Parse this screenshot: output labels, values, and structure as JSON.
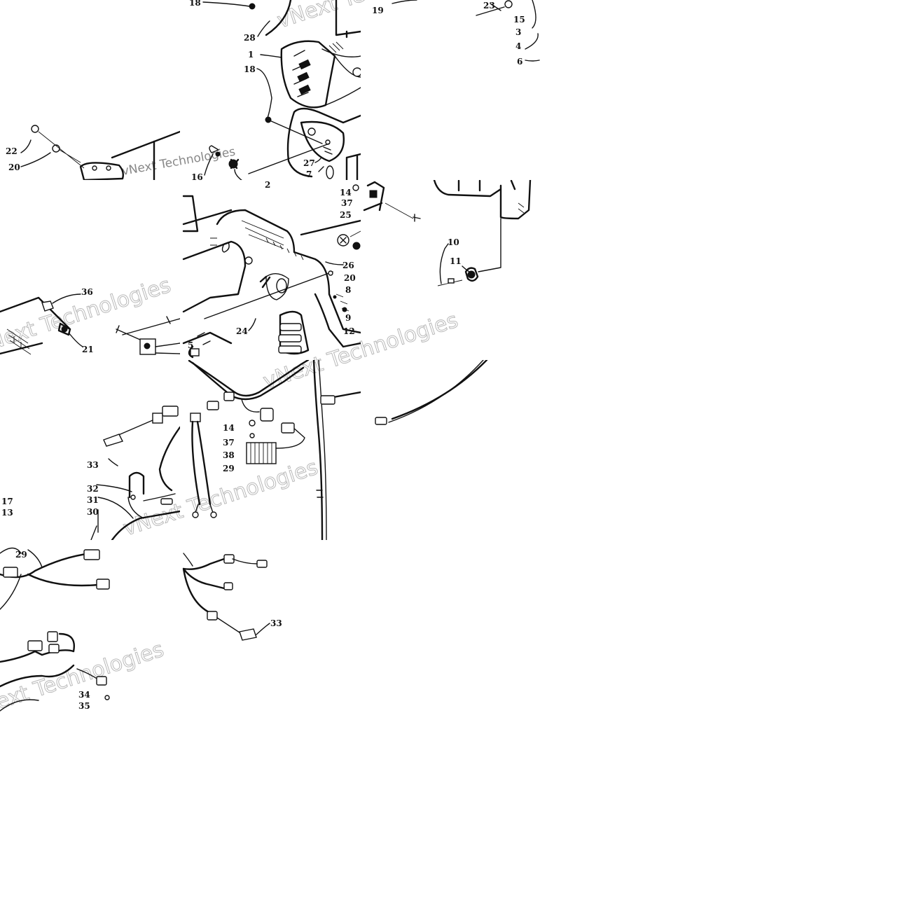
{
  "watermark": {
    "text": "vNext Technologies"
  },
  "callouts": [
    {
      "id": "c18a",
      "label": "18"
    },
    {
      "id": "c28",
      "label": "28"
    },
    {
      "id": "c1",
      "label": "1"
    },
    {
      "id": "c18b",
      "label": "18"
    },
    {
      "id": "c19",
      "label": "19"
    },
    {
      "id": "c23",
      "label": "23"
    },
    {
      "id": "c15",
      "label": "15"
    },
    {
      "id": "c3",
      "label": "3"
    },
    {
      "id": "c4",
      "label": "4"
    },
    {
      "id": "c6",
      "label": "6"
    },
    {
      "id": "c22",
      "label": "22"
    },
    {
      "id": "c20a",
      "label": "20"
    },
    {
      "id": "c16",
      "label": "16"
    },
    {
      "id": "c2",
      "label": "2"
    },
    {
      "id": "c27",
      "label": "27"
    },
    {
      "id": "c7",
      "label": "7"
    },
    {
      "id": "c14a",
      "label": "14"
    },
    {
      "id": "c37a",
      "label": "37"
    },
    {
      "id": "c25",
      "label": "25"
    },
    {
      "id": "c10",
      "label": "10"
    },
    {
      "id": "c11",
      "label": "11"
    },
    {
      "id": "c26",
      "label": "26"
    },
    {
      "id": "c20b",
      "label": "20"
    },
    {
      "id": "c8",
      "label": "8"
    },
    {
      "id": "c9",
      "label": "9"
    },
    {
      "id": "c12",
      "label": "12"
    },
    {
      "id": "c36",
      "label": "36"
    },
    {
      "id": "c21",
      "label": "21"
    },
    {
      "id": "c24",
      "label": "24"
    },
    {
      "id": "c5",
      "label": "5"
    },
    {
      "id": "c14b",
      "label": "14"
    },
    {
      "id": "c37b",
      "label": "37"
    },
    {
      "id": "c38",
      "label": "38"
    },
    {
      "id": "c29a",
      "label": "29"
    },
    {
      "id": "c33a",
      "label": "33"
    },
    {
      "id": "c32",
      "label": "32"
    },
    {
      "id": "c31",
      "label": "31"
    },
    {
      "id": "c30",
      "label": "30"
    },
    {
      "id": "c17",
      "label": "17"
    },
    {
      "id": "c13",
      "label": "13"
    },
    {
      "id": "c29b",
      "label": "29"
    },
    {
      "id": "c34",
      "label": "34"
    },
    {
      "id": "c35",
      "label": "35"
    },
    {
      "id": "c33b",
      "label": "33"
    }
  ]
}
